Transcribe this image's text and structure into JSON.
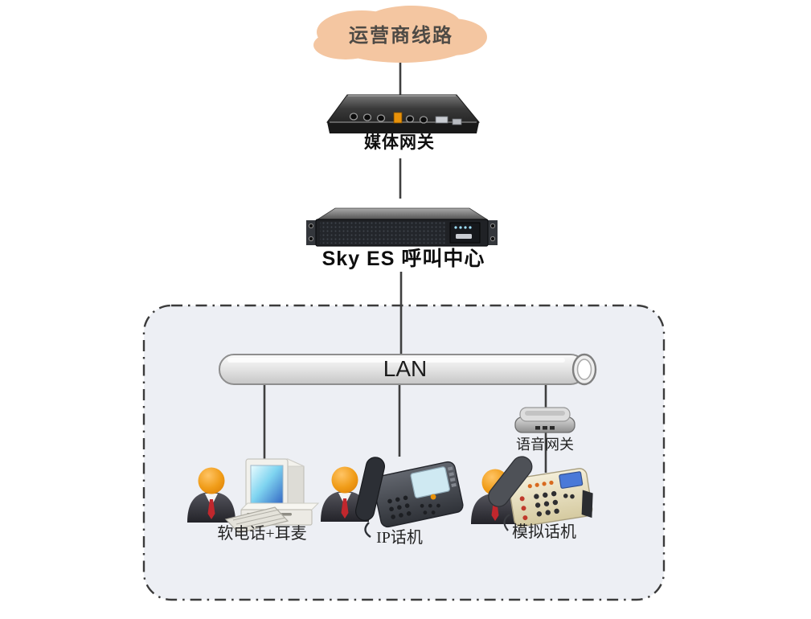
{
  "diagram": {
    "nodes": {
      "carrier_cloud": {
        "label": "运营商线路",
        "type": "cloud"
      },
      "media_gateway": {
        "label": "媒体网关",
        "type": "rack-device"
      },
      "call_center": {
        "label": "Sky ES 呼叫中心",
        "type": "rack-server"
      },
      "lan": {
        "label": "LAN",
        "type": "bus"
      },
      "voice_gateway": {
        "label": "语音网关",
        "type": "gateway-box"
      },
      "softphone_workstation": {
        "label": "软电话+耳麦",
        "type": "agent-computer"
      },
      "ip_phone": {
        "label": "IP话机",
        "type": "agent-ip-phone"
      },
      "analog_phone": {
        "label": "模拟话机",
        "type": "agent-analog-phone"
      }
    },
    "edges": [
      {
        "from": "carrier_cloud",
        "to": "media_gateway"
      },
      {
        "from": "media_gateway",
        "to": "call_center"
      },
      {
        "from": "call_center",
        "to": "lan"
      },
      {
        "from": "lan",
        "to": "softphone_workstation"
      },
      {
        "from": "lan",
        "to": "ip_phone"
      },
      {
        "from": "lan",
        "to": "voice_gateway"
      },
      {
        "from": "voice_gateway",
        "to": "analog_phone"
      }
    ],
    "colors": {
      "cloud_fill": "#f4c6a1",
      "zone_fill": "#edeff4",
      "zone_border": "#3b3b3b",
      "connector": "#3f3f3f",
      "lan_pipe": "#e3e3e3",
      "person_head": "#ef9410",
      "person_body": "#35353c",
      "tie_red": "#c0272d"
    }
  }
}
